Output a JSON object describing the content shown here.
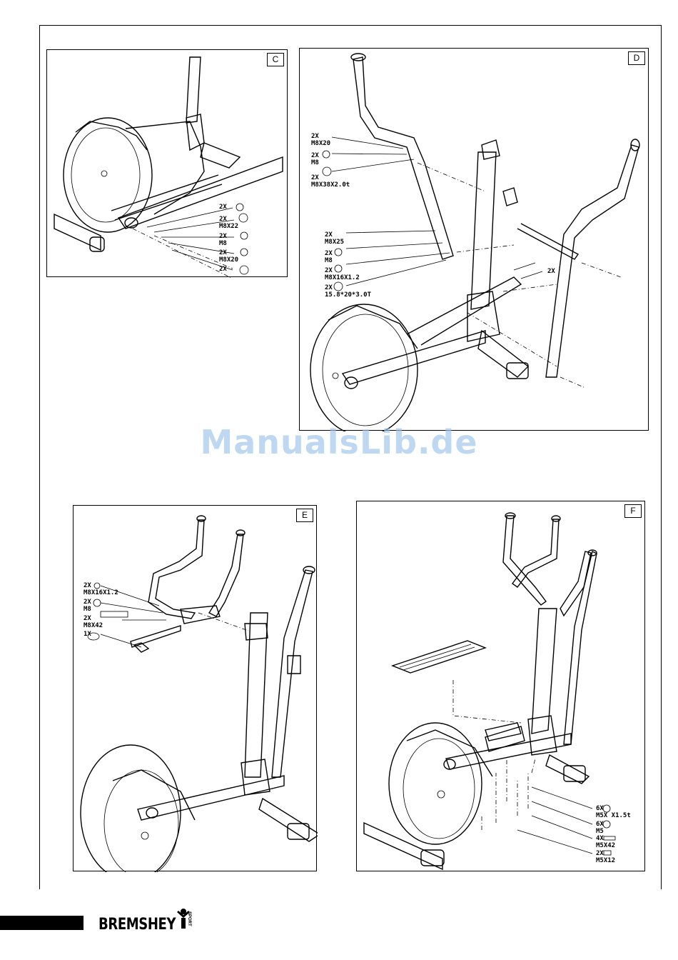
{
  "panels": {
    "C": {
      "label": "C",
      "parts": [
        {
          "qty": "2X",
          "spec": ""
        },
        {
          "qty": "2X",
          "spec": "M8X22"
        },
        {
          "qty": "2X",
          "spec": "M8"
        },
        {
          "qty": "2X",
          "spec": "M8X20"
        },
        {
          "qty": "2X",
          "spec": ""
        }
      ]
    },
    "D": {
      "label": "D",
      "parts": [
        {
          "qty": "2X",
          "spec": "M8X20"
        },
        {
          "qty": "2X",
          "spec": "M8"
        },
        {
          "qty": "2X",
          "spec": "M8X38X2.0t"
        },
        {
          "qty": "2X",
          "spec": "M8X25"
        },
        {
          "qty": "2X",
          "spec": "M8"
        },
        {
          "qty": "2X",
          "spec": "M8X16X1.2"
        },
        {
          "qty": "2X",
          "spec": "15.8*20*3.0T"
        },
        {
          "qty": "2X",
          "spec": ""
        }
      ]
    },
    "E": {
      "label": "E",
      "parts": [
        {
          "qty": "2X",
          "spec": "M8X16X1.2"
        },
        {
          "qty": "2X",
          "spec": "M8"
        },
        {
          "qty": "2X",
          "spec": "M8X42"
        },
        {
          "qty": "1X",
          "spec": ""
        }
      ]
    },
    "F": {
      "label": "F",
      "parts": [
        {
          "qty": "6X",
          "spec": "M5X  X1.5t"
        },
        {
          "qty": "6X",
          "spec": "M5"
        },
        {
          "qty": "4X",
          "spec": "M5X42"
        },
        {
          "qty": "2X",
          "spec": "M5X12"
        }
      ]
    }
  },
  "watermark": "ManualsLib.de",
  "footer": {
    "brand": "BREMSHEY",
    "brand_sub": "SPORT"
  }
}
